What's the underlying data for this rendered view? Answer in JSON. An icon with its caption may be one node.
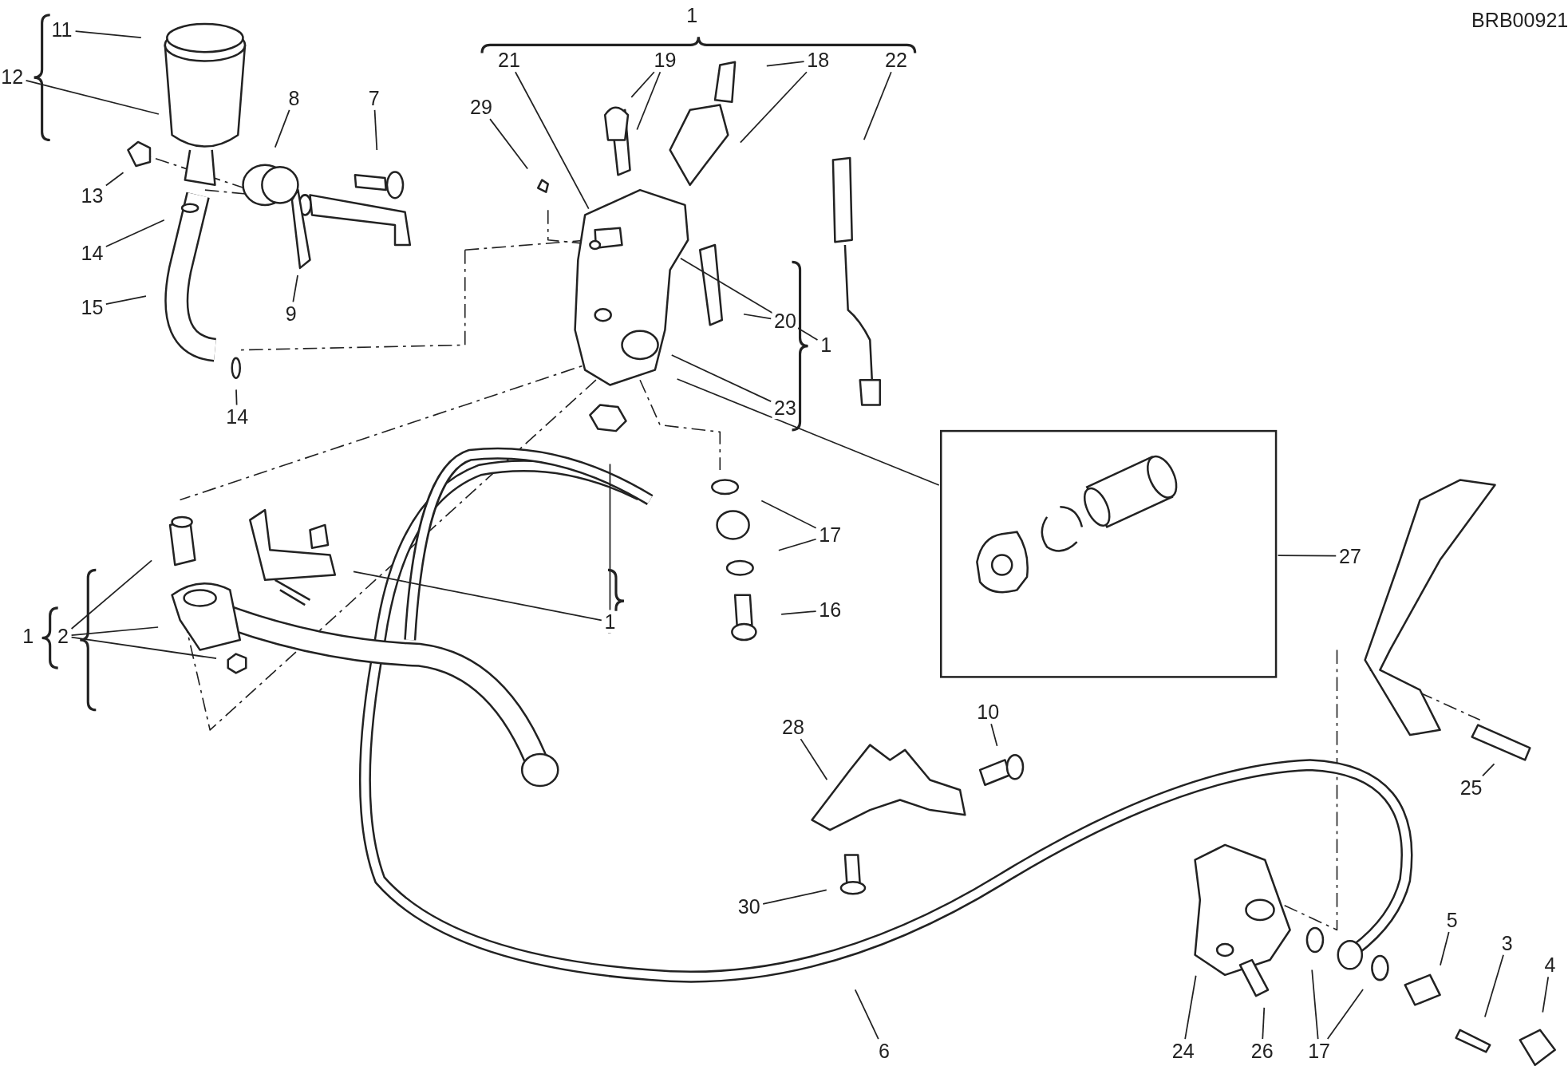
{
  "diagram": {
    "nodes": [
      {
        "text": [
          "11"
        ]
      },
      {
        "text": [
          "12"
        ]
      },
      {
        "text": [
          "8"
        ]
      },
      {
        "text": [
          "7"
        ]
      },
      {
        "text": [
          "21"
        ]
      },
      {
        "text": [
          "19"
        ]
      },
      {
        "text": [
          "18"
        ]
      },
      {
        "text": [
          "22"
        ]
      },
      {
        "text": [
          "29"
        ]
      },
      {
        "text": [
          "13"
        ]
      },
      {
        "text": [
          "14"
        ]
      },
      {
        "text": [
          "15"
        ]
      },
      {
        "text": [
          "9"
        ]
      },
      {
        "text": [
          "20"
        ]
      },
      {
        "text": [
          "1"
        ]
      },
      {
        "text": [
          "23"
        ]
      },
      {
        "text": [
          "14"
        ]
      },
      {
        "text": [],
        "shape": "box"
      },
      {
        "text": [
          "17"
        ]
      },
      {
        "text": [
          "27"
        ]
      },
      {
        "text": [
          "2"
        ]
      },
      {
        "text": [
          "16"
        ]
      },
      {
        "text": [
          "1"
        ]
      },
      {
        "text": [
          "28"
        ]
      },
      {
        "text": [
          "10"
        ]
      },
      {
        "text": [
          "25"
        ]
      },
      {
        "text": [
          "30"
        ]
      },
      {
        "text": [
          "5"
        ]
      },
      {
        "text": [
          "3"
        ]
      },
      {
        "text": [
          "4"
        ]
      },
      {
        "text": [
          "6"
        ]
      },
      {
        "text": [
          "24"
        ]
      },
      {
        "text": [
          "26"
        ]
      },
      {
        "text": [
          "17"
        ]
      }
    ],
    "edges": [
      {
        "from": 0,
        "to": null,
        "arrow": "none"
      },
      {
        "from": 1,
        "to": null,
        "arrow": "none"
      },
      {
        "from": 2,
        "to": null,
        "arrow": "none"
      },
      {
        "from": 3,
        "to": null,
        "arrow": "none"
      },
      {
        "from": 4,
        "to": null,
        "arrow": "none"
      },
      {
        "from": 5,
        "to": null,
        "arrow": "none"
      },
      {
        "from": 5,
        "to": null,
        "arrow": "none"
      },
      {
        "from": 6,
        "to": null,
        "arrow": "none"
      },
      {
        "from": 6,
        "to": null,
        "arrow": "none"
      },
      {
        "from": 7,
        "to": null,
        "arrow": "none"
      },
      {
        "from": 8,
        "to": null,
        "arrow": "none"
      },
      {
        "from": 9,
        "to": null,
        "arrow": "none"
      },
      {
        "from": 10,
        "to": null,
        "arrow": "none"
      },
      {
        "from": 11,
        "to": null,
        "arrow": "none"
      },
      {
        "from": 12,
        "to": null,
        "arrow": "none"
      },
      {
        "from": 13,
        "to": null,
        "arrow": "none"
      },
      {
        "from": 14,
        "to": null,
        "arrow": "none"
      },
      {
        "from": 15,
        "to": null,
        "arrow": "none"
      },
      {
        "from": 16,
        "to": null,
        "arrow": "none"
      },
      {
        "from": null,
        "to": 17,
        "arrow": "none"
      },
      {
        "from": 18,
        "to": null,
        "arrow": "none"
      },
      {
        "from": 18,
        "to": null,
        "arrow": "none"
      },
      {
        "from": 19,
        "to": 17,
        "arrow": "none"
      },
      {
        "from": 20,
        "to": null,
        "arrow": "none"
      },
      {
        "from": 20,
        "to": null,
        "arrow": "none"
      },
      {
        "from": 20,
        "to": null,
        "arrow": "none"
      },
      {
        "from": 21,
        "to": null,
        "arrow": "none"
      },
      {
        "from": 22,
        "to": null,
        "arrow": "none"
      },
      {
        "from": 22,
        "to": null,
        "arrow": "none"
      },
      {
        "from": 23,
        "to": null,
        "arrow": "none"
      },
      {
        "from": 24,
        "to": null,
        "arrow": "none"
      },
      {
        "from": 25,
        "to": null,
        "arrow": "none"
      },
      {
        "from": 26,
        "to": null,
        "arrow": "none"
      },
      {
        "from": 27,
        "to": null,
        "arrow": "none"
      },
      {
        "from": 28,
        "to": null,
        "arrow": "none"
      },
      {
        "from": 29,
        "to": null,
        "arrow": "none"
      },
      {
        "from": 30,
        "to": null,
        "arrow": "none"
      },
      {
        "from": 31,
        "to": null,
        "arrow": "none"
      },
      {
        "from": 32,
        "to": null,
        "arrow": "none"
      },
      {
        "from": 33,
        "to": null,
        "arrow": "none"
      },
      {
        "from": 33,
        "to": null,
        "arrow": "none"
      }
    ],
    "labels": [
      "BRB00921",
      "1",
      "1"
    ]
  }
}
